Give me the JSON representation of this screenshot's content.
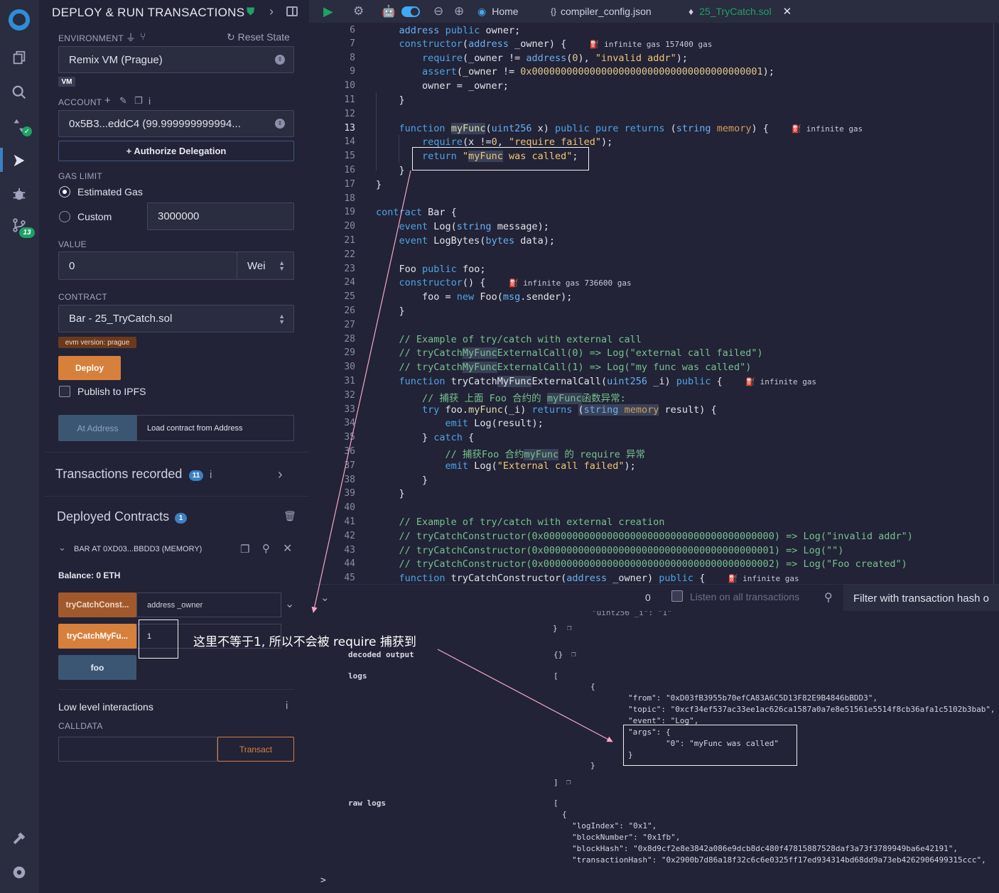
{
  "panel": {
    "title": "DEPLOY & RUN TRANSACTIONS",
    "environment_label": "ENVIRONMENT",
    "reset_state": "Reset State",
    "environment_value": "Remix VM (Prague)",
    "vm_badge": "VM",
    "account_label": "ACCOUNT",
    "account_value": "0x5B3...eddC4 (99.999999999994...",
    "authorize": "+ Authorize Delegation",
    "gas_limit_label": "GAS LIMIT",
    "estimated_gas": "Estimated Gas",
    "custom": "Custom",
    "gas_value": "3000000",
    "value_label": "VALUE",
    "value_value": "0",
    "value_unit": "Wei",
    "contract_label": "CONTRACT",
    "contract_value": "Bar - 25_TryCatch.sol",
    "evm_version": "evm version: prague",
    "deploy": "Deploy",
    "publish_ipfs": "Publish to IPFS",
    "at_address": "At Address",
    "load_contract": "Load contract from Address",
    "transactions_recorded": "Transactions recorded",
    "transactions_count": "11",
    "deployed_contracts": "Deployed Contracts",
    "deployed_count": "1",
    "instance_name": "BAR AT 0XD03...BBDD3 (MEMORY)",
    "balance": "Balance: 0 ETH",
    "fn1_label": "tryCatchConst...",
    "fn1_placeholder": "address _owner",
    "fn2_label": "tryCatchMyFu...",
    "fn2_value": "1",
    "fn3_label": "foo",
    "low_level": "Low level interactions",
    "calldata_label": "CALLDATA",
    "transact": "Transact"
  },
  "rail": {
    "git_count": "13"
  },
  "toolbar": {
    "home": "Home",
    "tab_config": "compiler_config.json",
    "tab_active": "25_TryCatch.sol"
  },
  "editor": {
    "line_numbers": [
      "6",
      "7",
      "8",
      "9",
      "10",
      "11",
      "12",
      "13",
      "14",
      "15",
      "16",
      "17",
      "18",
      "19",
      "20",
      "21",
      "22",
      "23",
      "24",
      "25",
      "26",
      "27",
      "28",
      "29",
      "30",
      "31",
      "32",
      "33",
      "34",
      "35",
      "36",
      "37",
      "38",
      "39",
      "40",
      "41",
      "42",
      "43",
      "44",
      "45"
    ]
  },
  "terminal": {
    "count": "0",
    "listen_all": "Listen on all transactions",
    "filter_placeholder": "Filter with transaction hash o",
    "decoded_output": "decoded output",
    "logs": "logs",
    "raw_logs": "raw logs",
    "from_line": "\"from\": \"0xD03fB3955b70efCA83A6C5D13F82E9B4846bBDD3\",",
    "topic_line": "\"topic\": \"0xcf34ef537ac33ee1ac626ca1587a0a7e8e51561e5514f8cb36afa1c5102b3bab\",",
    "event_line": "\"event\": \"Log\",",
    "args_line": "\"args\": {",
    "arg0_line": "\"0\": \"myFunc was called\"",
    "logindex_line": "\"logIndex\": \"0x1\",",
    "blocknumber_line": "\"blockNumber\": \"0x1fb\",",
    "blockhash_line": "\"blockHash\": \"0x8d9cf2e8e3842a086e9dcb8dc480f47815887528daf3a73f3789949ba6e42191\",",
    "txhash_line": "\"transactionHash\": \"0x2900b7d86a18f32c6c6e0325ff17ed934314bd68dd9a73eb4262906499315ccc\",",
    "prompt": ">"
  },
  "annotation": {
    "text": "这里不等于1, 所以不会被 require 捕获到"
  }
}
